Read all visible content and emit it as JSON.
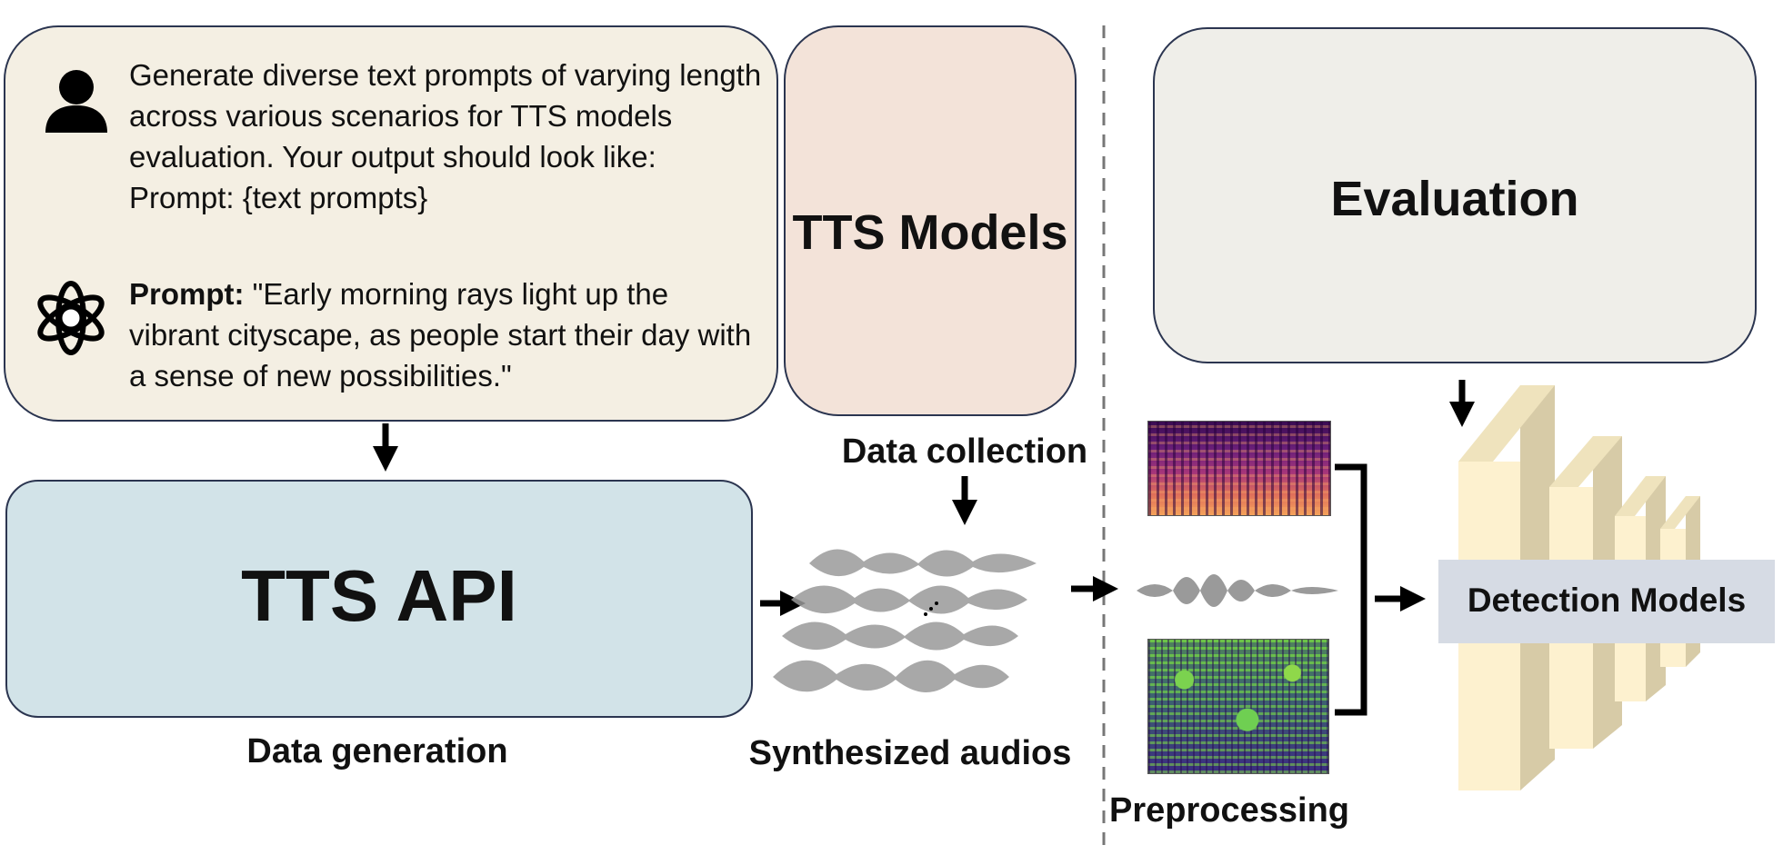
{
  "prompt_panel": {
    "user_text": "Generate diverse text prompts of varying length across various scenarios for TTS models evaluation. Your output should look like:",
    "user_format": "Prompt: {text prompts}",
    "gpt_label": "Prompt:",
    "gpt_text": "\"Early morning rays light up the vibrant cityscape, as people start their day with a sense of new possibilities.\""
  },
  "tts_models": {
    "title": "TTS Models"
  },
  "tts_api": {
    "title": "TTS API"
  },
  "evaluation": {
    "title": "Evaluation"
  },
  "detection": {
    "label": "Detection Models"
  },
  "labels": {
    "data_generation": "Data generation",
    "data_collection": "Data collection",
    "synthesized_audios": "Synthesized audios",
    "preprocessing": "Preprocessing"
  },
  "colors": {
    "prompt_bg": "#f4efe3",
    "tts_models_bg": "#f3e3d9",
    "tts_api_bg": "#d2e3e8",
    "evaluation_bg": "#efeee9",
    "block_front": "#fdf1cf",
    "block_side": "#d7cba7",
    "waveform": "#9a9a9a"
  },
  "icons": [
    "user-icon",
    "openai-icon"
  ]
}
